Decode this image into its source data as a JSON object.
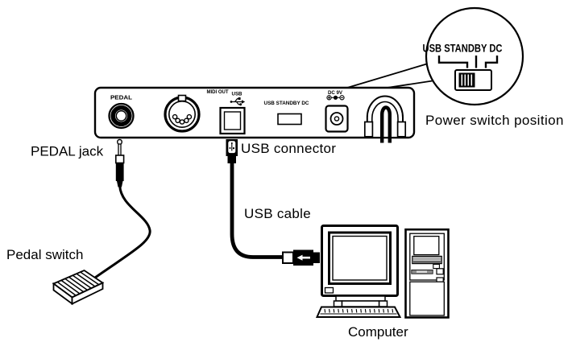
{
  "diagram": {
    "title_hint": "Rear-panel connection diagram",
    "panel": {
      "pedal_label": "PEDAL",
      "midi_out_label": "MIDI OUT",
      "usb_label": "USB",
      "power_switch_label": "USB STANDBY DC",
      "dc_label": "DC 9V"
    },
    "callout": {
      "switch_positions": "USB STANDBY DC",
      "caption": "Power switch position",
      "selected_position": "USB"
    },
    "labels": {
      "pedal_jack": "PEDAL jack",
      "usb_connector": "USB connector",
      "usb_cable": "USB cable",
      "pedal_switch": "Pedal switch",
      "computer": "Computer"
    },
    "icons": [
      "pedal-jack-port",
      "midi-out-port",
      "usb-port",
      "power-switch",
      "dc-jack",
      "cord-hook",
      "usb-trident-icon",
      "polarity-icon",
      "phone-plug-icon",
      "usb-b-plug-icon",
      "usb-a-plug-icon",
      "pedal-switch-icon",
      "monitor-icon",
      "keyboard-icon",
      "tower-icon"
    ],
    "colors": {
      "line": "#000000",
      "background": "#ffffff",
      "drive_gray": "#b0b0b0",
      "slot_gray": "#8a8a8a"
    }
  }
}
